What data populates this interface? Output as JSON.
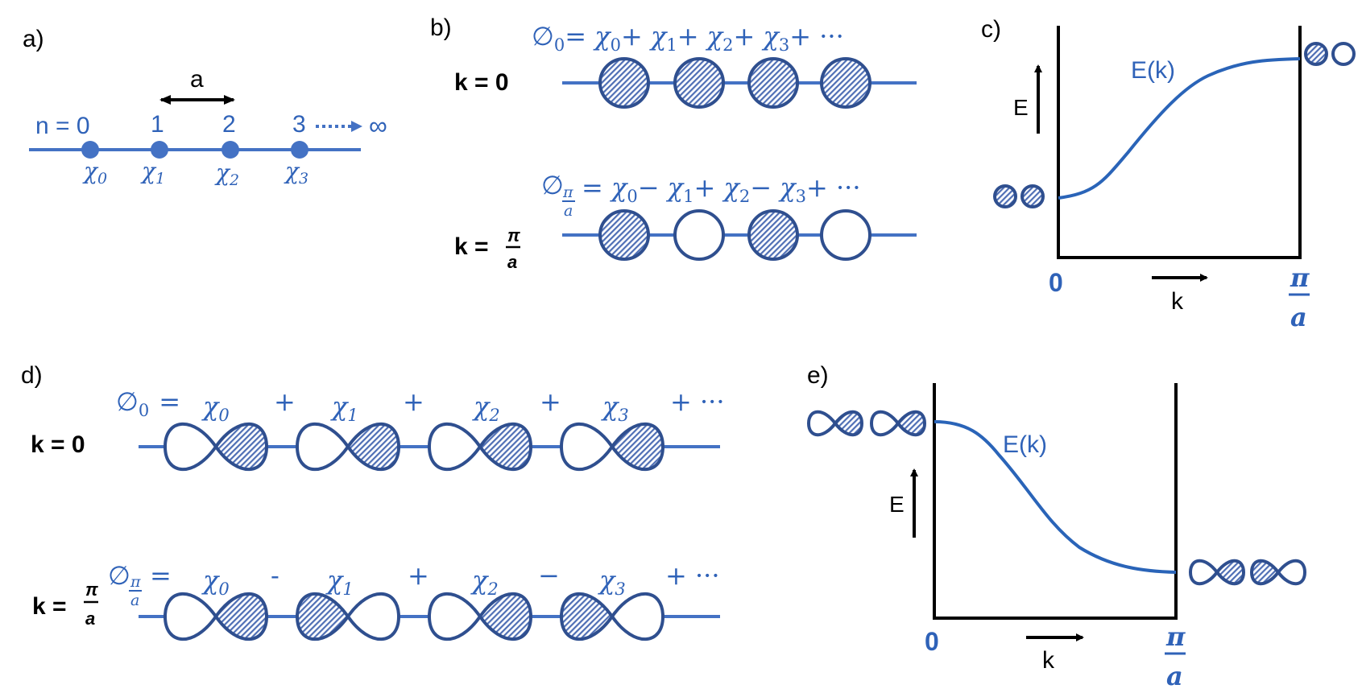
{
  "colors": {
    "blue": "#4472c4",
    "navy": "#2f4f8f",
    "text_blue": "#2f62b8",
    "black": "#000000"
  },
  "panel_a": {
    "label": "a)",
    "spacing_label": "a",
    "site_numbers": [
      "n = 0",
      "1",
      "2",
      "3"
    ],
    "infinity": "∞",
    "chi_labels": [
      "χ",
      "χ",
      "χ",
      "χ"
    ],
    "chi_subs": [
      "0",
      "1",
      "2",
      "3"
    ]
  },
  "panel_b": {
    "label": "b)",
    "k0_label": "k = 0",
    "kpi_label_prefix": "k =",
    "pi": "π",
    "a": "a",
    "eq1": {
      "phi": "∅",
      "sub": "0",
      "terms": [
        "= χ",
        "+ χ",
        "+ χ",
        "+ χ",
        "+ ···"
      ],
      "term_subs": [
        "0",
        "1",
        "2",
        "3"
      ]
    },
    "eq2": {
      "phi": "∅",
      "terms": [
        "= χ",
        "− χ",
        "+ χ",
        "− χ",
        "+ ···"
      ],
      "term_subs": [
        "0",
        "1",
        "2",
        "3"
      ]
    }
  },
  "panel_c": {
    "label": "c)",
    "curve_label": "E(k)",
    "y_axis": "E",
    "x_axis": "k",
    "x_start": "0",
    "pi": "π",
    "a": "a"
  },
  "panel_d": {
    "label": "d)",
    "k0_label": "k = 0",
    "kpi_label_prefix": "k =",
    "pi": "π",
    "a": "a",
    "eq1": {
      "phi": "∅",
      "sub": "0",
      "eq": "=",
      "chis": [
        "χ",
        "χ",
        "χ",
        "χ"
      ],
      "chi_subs": [
        "0",
        "1",
        "2",
        "3"
      ],
      "ops": [
        "+",
        "+",
        "+",
        "+ ···"
      ]
    },
    "eq2": {
      "phi": "∅",
      "eq": "=",
      "chis": [
        "χ",
        "χ",
        "χ",
        "χ"
      ],
      "chi_subs": [
        "0",
        "1",
        "2",
        "3"
      ],
      "ops": [
        "-",
        "+",
        "−",
        "+ ···"
      ]
    }
  },
  "panel_e": {
    "label": "e)",
    "curve_label": "E(k)",
    "y_axis": "E",
    "x_axis": "k",
    "x_start": "0",
    "pi": "π",
    "a": "a"
  }
}
